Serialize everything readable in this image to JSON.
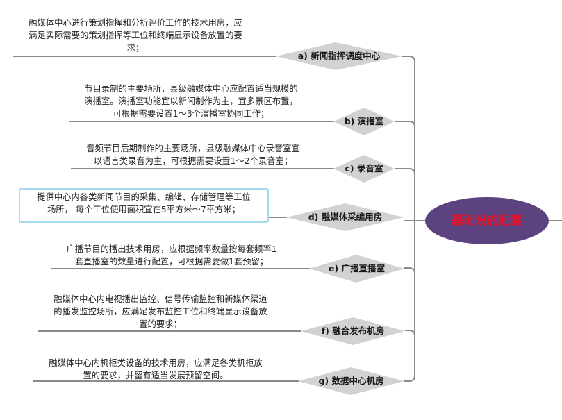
{
  "root": {
    "label": "基础设施配套",
    "fill": "#5c427e",
    "text_color": "#e8132a"
  },
  "branch_fill": "#d2d2d2",
  "line_color": "#8a8a8a",
  "branches": [
    {
      "label": "a) 新闻指挥调度中心",
      "desc": [
        "融媒体中心进行策划指挥和分析评价工作的技术用房，应",
        "满足实际需要的策划指挥等工位和终端显示设备放置的要",
        "求；"
      ]
    },
    {
      "label": "b) 演播室",
      "desc": [
        "节目录制的主要场所，县级融媒体中心应配置适当规模的",
        "演播室。演播室功能宜以新闻制作为主，宜多景区布置，",
        "可根据需要设置1～3个演播室协同工作；"
      ]
    },
    {
      "label": "c) 录音室",
      "desc": [
        "音频节目后期制作的主要场所，县级融媒体中心录音室宜",
        "以语言类录音为主，可根据需要设置1～2个录音室；"
      ]
    },
    {
      "label": "d) 融媒体采编用房",
      "desc": [
        "提供中心内各类新闻节目的采集、编辑、存储管理等工位",
        "场所， 每个工位使用面积宜在5平方米～7平方米；"
      ]
    },
    {
      "label": "e) 广播直播室",
      "desc": [
        "广播节目的播出技术用房，应根据频率数量按每套频率1",
        "套直播室的数量进行配置，可根据需要做1套预留；"
      ]
    },
    {
      "label": "f) 融合发布机房",
      "desc": [
        "融媒体中心内电视播出监控、信号传输监控和新媒体渠道",
        "的播发监控场所，应满足发布监控工位和终端显示设备放",
        "置的要求；"
      ]
    },
    {
      "label": "g) 数据中心机房",
      "desc": [
        "融媒体中心内机柜类设备的技术用房，应满足各类机柜放",
        "置的要求，并留有适当发展预留空间。"
      ]
    }
  ]
}
